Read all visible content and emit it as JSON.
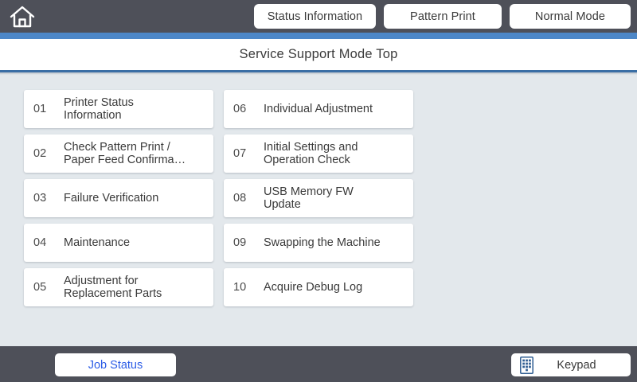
{
  "topbar": {
    "home_icon": "home-icon",
    "buttons": [
      {
        "label": "Status Information",
        "name": "status-information-button"
      },
      {
        "label": "Pattern Print",
        "name": "pattern-print-button"
      },
      {
        "label": "Normal Mode",
        "name": "normal-mode-button"
      }
    ]
  },
  "header": {
    "title": "Service Support Mode Top"
  },
  "menu": {
    "items": [
      {
        "number": "01",
        "label": "Printer Status\nInformation"
      },
      {
        "number": "06",
        "label": "Individual Adjustment"
      },
      {
        "number": "02",
        "label": "Check Pattern Print /\nPaper Feed Confirma…"
      },
      {
        "number": "07",
        "label": "Initial Settings and\nOperation Check"
      },
      {
        "number": "03",
        "label": "Failure Verification"
      },
      {
        "number": "08",
        "label": "USB Memory FW\nUpdate"
      },
      {
        "number": "04",
        "label": "Maintenance"
      },
      {
        "number": "09",
        "label": "Swapping the Machine"
      },
      {
        "number": "05",
        "label": "Adjustment for\nReplacement Parts"
      },
      {
        "number": "10",
        "label": "Acquire Debug Log"
      }
    ]
  },
  "bottombar": {
    "job_status_label": "Job Status",
    "keypad_label": "Keypad",
    "keypad_icon": "keypad-icon"
  },
  "colors": {
    "toolbar_gray": "#4e5059",
    "accent_blue": "#4d87c7",
    "title_rule": "#3a6ea5",
    "content_bg": "#e3e8ec",
    "link_blue": "#2b5ce6",
    "keypad_icon_blue": "#2f5d92"
  }
}
